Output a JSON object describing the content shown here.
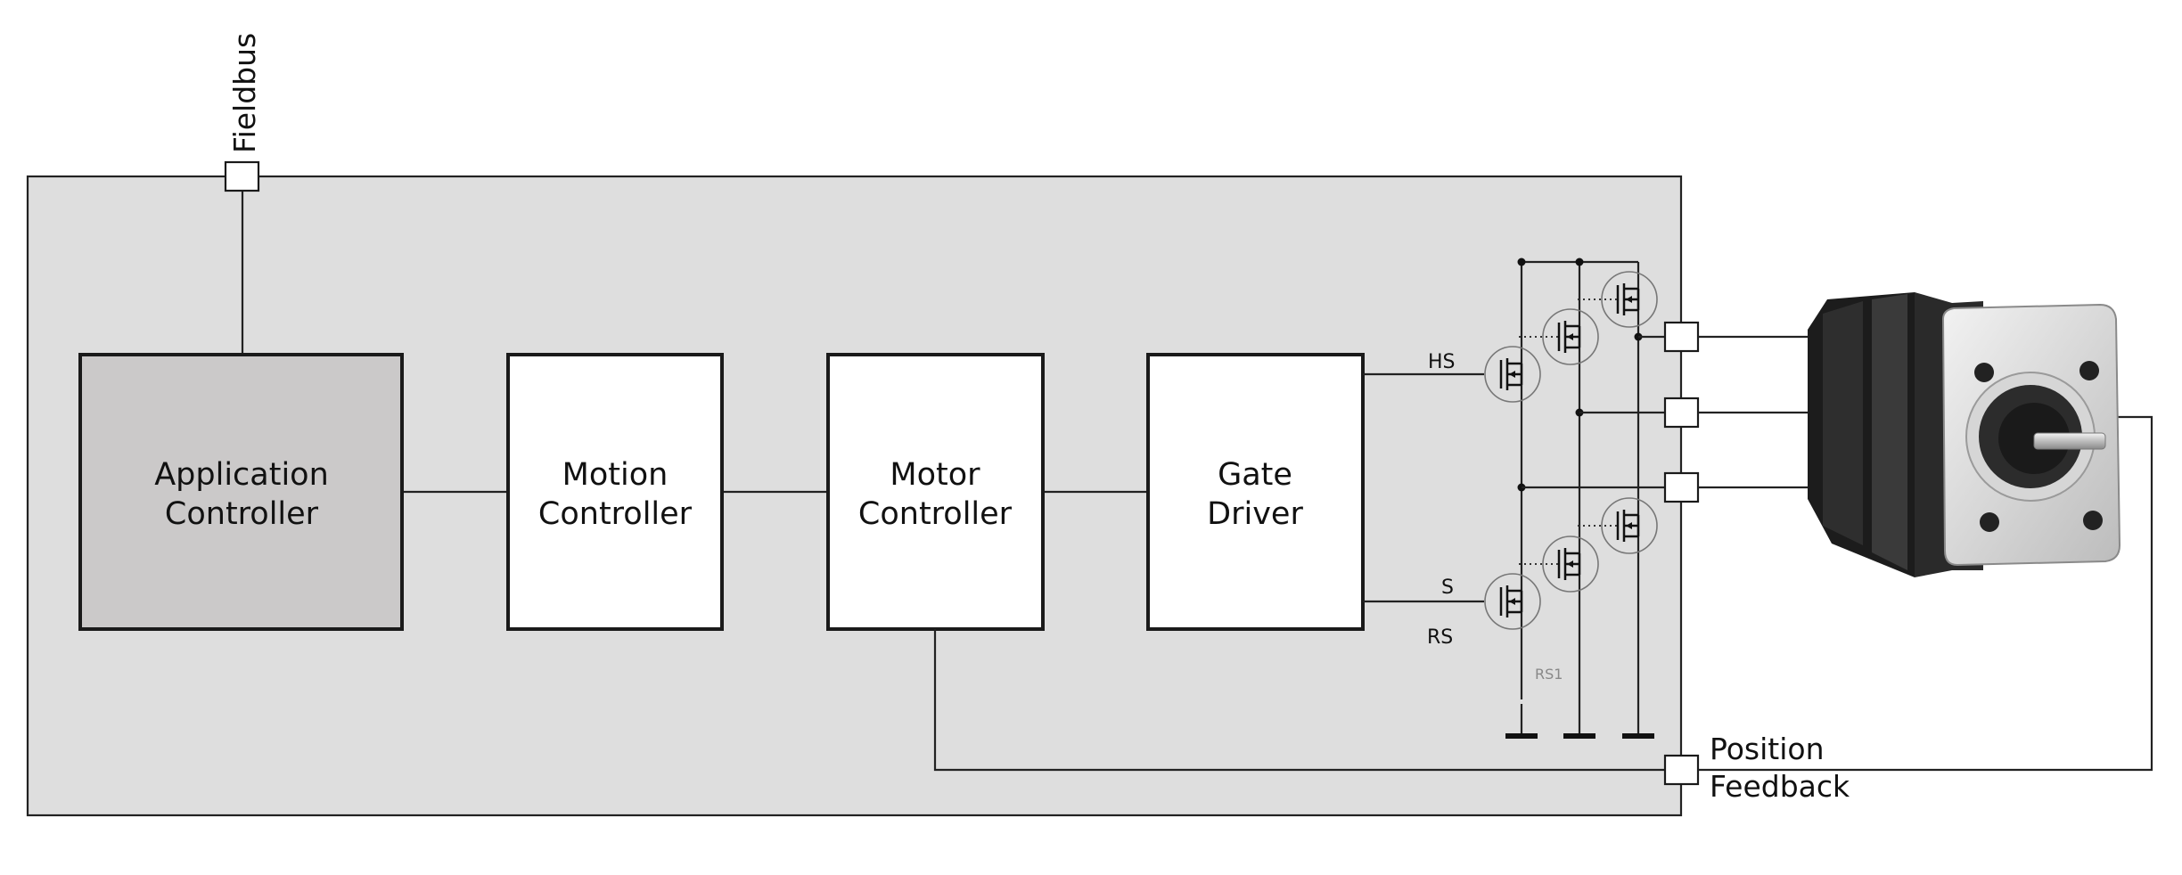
{
  "colors": {
    "board": "#dedede",
    "application_block": "#cbc9c9",
    "block": "#ffffff",
    "line": "#222222"
  },
  "fieldbus_label": "Fieldbus",
  "blocks": {
    "application": [
      "Application",
      "Controller"
    ],
    "motion": [
      "Motion",
      "Controller"
    ],
    "motor": [
      "Motor",
      "Controller"
    ],
    "gate": [
      "Gate",
      "Driver"
    ]
  },
  "gate_outputs": {
    "hs": "HS",
    "s": "S",
    "rs": "RS"
  },
  "shunt_label": "RS1",
  "position_feedback": [
    "Position",
    "Feedback"
  ],
  "motor_icon": "stepper-motor-icon"
}
